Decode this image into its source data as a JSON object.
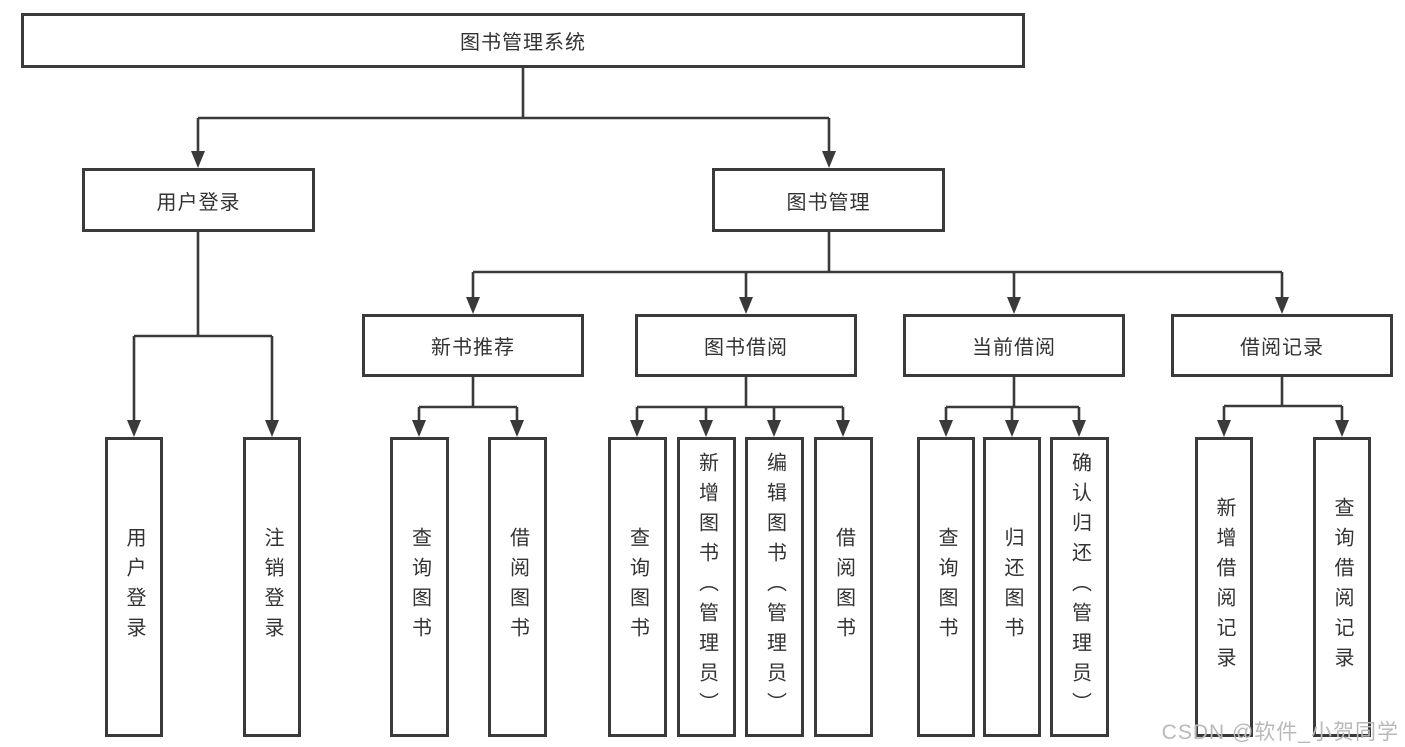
{
  "nodes": {
    "root": "图书管理系统",
    "login": {
      "label": "用户登录",
      "items": [
        "用户登录",
        "注销登录"
      ]
    },
    "mgmt": {
      "label": "图书管理",
      "sections": [
        {
          "label": "新书推荐",
          "items": [
            "查询图书",
            "借阅图书"
          ]
        },
        {
          "label": "图书借阅",
          "items": [
            "查询图书",
            "新增图书（管理员）",
            "编辑图书（管理员）",
            "借阅图书"
          ]
        },
        {
          "label": "当前借阅",
          "items": [
            "查询图书",
            "归还图书",
            "确认归还（管理员）"
          ]
        },
        {
          "label": "借阅记录",
          "items": [
            "新增借阅记录",
            "查询借阅记录"
          ]
        }
      ]
    }
  },
  "colors": {
    "line": "#3a3a3a",
    "text": "#333333",
    "watermark": "#b9b9b9"
  },
  "watermark": "CSDN @软件_小贺同学"
}
